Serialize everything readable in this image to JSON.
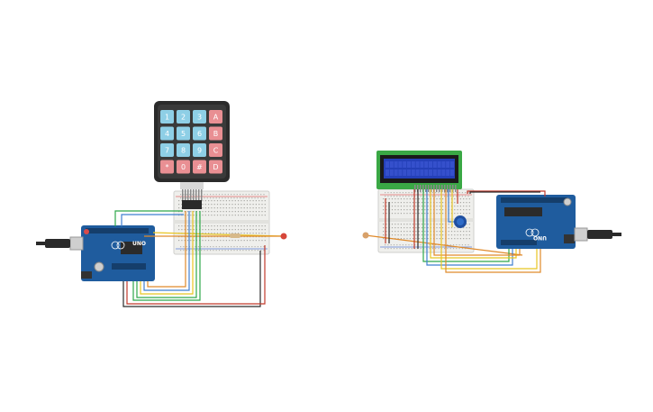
{
  "keypad": {
    "keys": [
      "1",
      "2",
      "3",
      "A",
      "4",
      "5",
      "6",
      "B",
      "7",
      "8",
      "9",
      "C",
      "*",
      "0",
      "#",
      "D"
    ]
  },
  "arduino_left": {
    "label": "UNO"
  },
  "arduino_right": {
    "label": "UNO"
  },
  "colors": {
    "keypad_numeric": "#8ecfe6",
    "keypad_letter": "#e98f93",
    "lcd_screen": "#2440b8",
    "arduino_board": "#1f5c9e",
    "breadboard": "#f0f0ee",
    "wire_red": "#c0392b",
    "wire_green": "#2ea84a",
    "wire_yellow": "#e8c521",
    "wire_orange": "#e08a2a",
    "wire_blue": "#3f7fd1"
  }
}
